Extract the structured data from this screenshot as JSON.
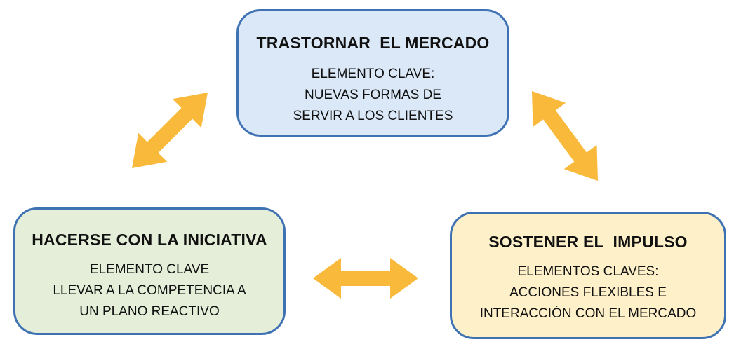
{
  "colors": {
    "arrow": "#f9b93a",
    "box_border": "#3f72b3",
    "top_fill": "#dbe8f7",
    "left_fill": "#e4eed8",
    "right_fill": "#fef1c9"
  },
  "boxes": {
    "top": {
      "title": "TRASTORNAR  EL MERCADO",
      "lines": [
        "ELEMENTO CLAVE:",
        "NUEVAS FORMAS DE",
        "SERVIR A LOS CLIENTES"
      ]
    },
    "left": {
      "title": "HACERSE CON LA INICIATIVA",
      "lines": [
        "ELEMENTO CLAVE",
        "LLEVAR A LA COMPETENCIA A",
        "UN PLANO REACTIVO"
      ]
    },
    "right": {
      "title": "SOSTENER EL  IMPULSO",
      "lines": [
        "ELEMENTOS CLAVES:",
        "ACCIONES FLEXIBLES E",
        "INTERACCIÓN CON EL MERCADO"
      ]
    }
  },
  "arrows": [
    {
      "name": "top-left-arrow",
      "connects": [
        "top",
        "left"
      ]
    },
    {
      "name": "top-right-arrow",
      "connects": [
        "top",
        "right"
      ]
    },
    {
      "name": "left-right-arrow",
      "connects": [
        "left",
        "right"
      ]
    }
  ]
}
